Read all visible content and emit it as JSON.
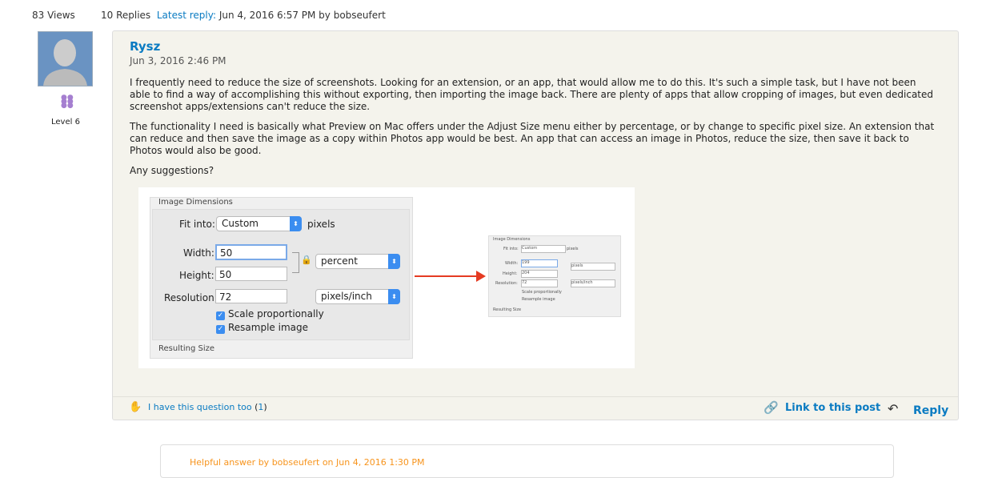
{
  "stats": {
    "views": "83 Views",
    "replies": "10 Replies",
    "latest_label": "Latest reply:",
    "latest_value": " Jun 4, 2016 6:57 PM by bobseufert"
  },
  "user": {
    "level": "Level 6"
  },
  "post": {
    "author": "Rysz",
    "date": "Jun 3, 2016 2:46 PM",
    "paragraphs": [
      "I frequently need to reduce the size of screenshots. Looking for an extension, or an app, that would allow me to do this. It's such a simple task, but I have not been able to find a way of accomplishing this without exporting, then importing the image back. There are plenty of apps that allow cropping of images, but even dedicated screenshot apps/extensions can't reduce the size.",
      "The functionality I need is basically what Preview on Mac offers under the Adjust Size menu either by percentage, or by change to specific pixel size. An extension that can reduce and then save the image as a copy within Photos app would be best. An app that can access an image in Photos, reduce the size, then save it back to Photos would also be good.",
      "Any suggestions?"
    ],
    "image": {
      "large": {
        "section": "Image Dimensions",
        "fit_label": "Fit into:",
        "fit_value": "Custom",
        "fit_unit": "pixels",
        "width_label": "Width:",
        "width_value": "50",
        "height_label": "Height:",
        "height_value": "50",
        "unit": "percent",
        "res_label": "Resolution:",
        "res_value": "72",
        "res_unit": "pixels/inch",
        "scale": "Scale proportionally",
        "resample": "Resample image",
        "result": "Resulting Size"
      },
      "small": {
        "section": "Image Dimensions",
        "fit_label": "Fit into:",
        "fit_value": "Custom",
        "fit_unit": "pixels",
        "width_label": "Width:",
        "width_value": "199",
        "height_label": "Height:",
        "height_value": "204",
        "unit": "pixels",
        "res_label": "Resolution:",
        "res_value": "72",
        "res_unit": "pixels/inch",
        "scale": "Scale proportionally",
        "resample": "Resample image",
        "result": "Resulting Size"
      }
    },
    "question_too": "I have this question too",
    "question_count_open": " (",
    "question_count": "1",
    "question_count_close": ")",
    "link": "Link to this post",
    "reply": "Reply"
  },
  "next_post": {
    "header": "Helpful answer by bobseufert on Jun 4, 2016 1:30 PM"
  }
}
